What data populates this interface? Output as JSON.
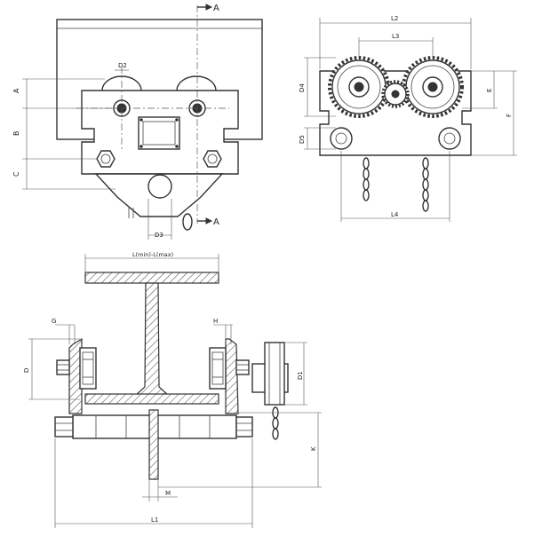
{
  "drawing": {
    "section_marker": "A",
    "top_view": {
      "dims": {
        "a": "A",
        "b": "B",
        "c": "C",
        "d2": "D2",
        "d3": "D3"
      }
    },
    "side_view": {
      "dims": {
        "l2": "L2",
        "l3": "L3",
        "l4": "L4",
        "d4": "D4",
        "d5": "D5",
        "e": "E",
        "f": "F"
      }
    },
    "section_view": {
      "dims": {
        "flange_width": "L(min)-L(max)",
        "g": "G",
        "h": "H",
        "d": "D",
        "d1": "D1",
        "k": "K",
        "m": "M",
        "l1": "L1"
      }
    }
  }
}
